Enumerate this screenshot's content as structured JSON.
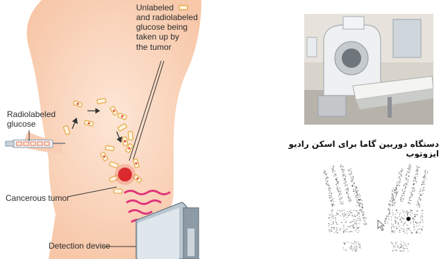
{
  "diagram": {
    "uptake_label_lines": [
      "Unlabeled",
      "and radiolabeled",
      "glucose being",
      "taken up by",
      "the tumor"
    ],
    "syringe_label_lines": [
      "Radiolabeled",
      "glucose"
    ],
    "tumor_label": "Cancerous tumor",
    "detector_label": "Detection device"
  },
  "right_panel": {
    "caption": "دستگاه دوربین گاما برای اسکن رادیو ایزوتوپ"
  },
  "colors": {
    "skin": "#fbd7bf",
    "tumor": "#d61f2a",
    "radiation_wave": "#e0357b",
    "molecule_fill": "#fff3df",
    "molecule_radiolabel": "#e34b2e"
  }
}
